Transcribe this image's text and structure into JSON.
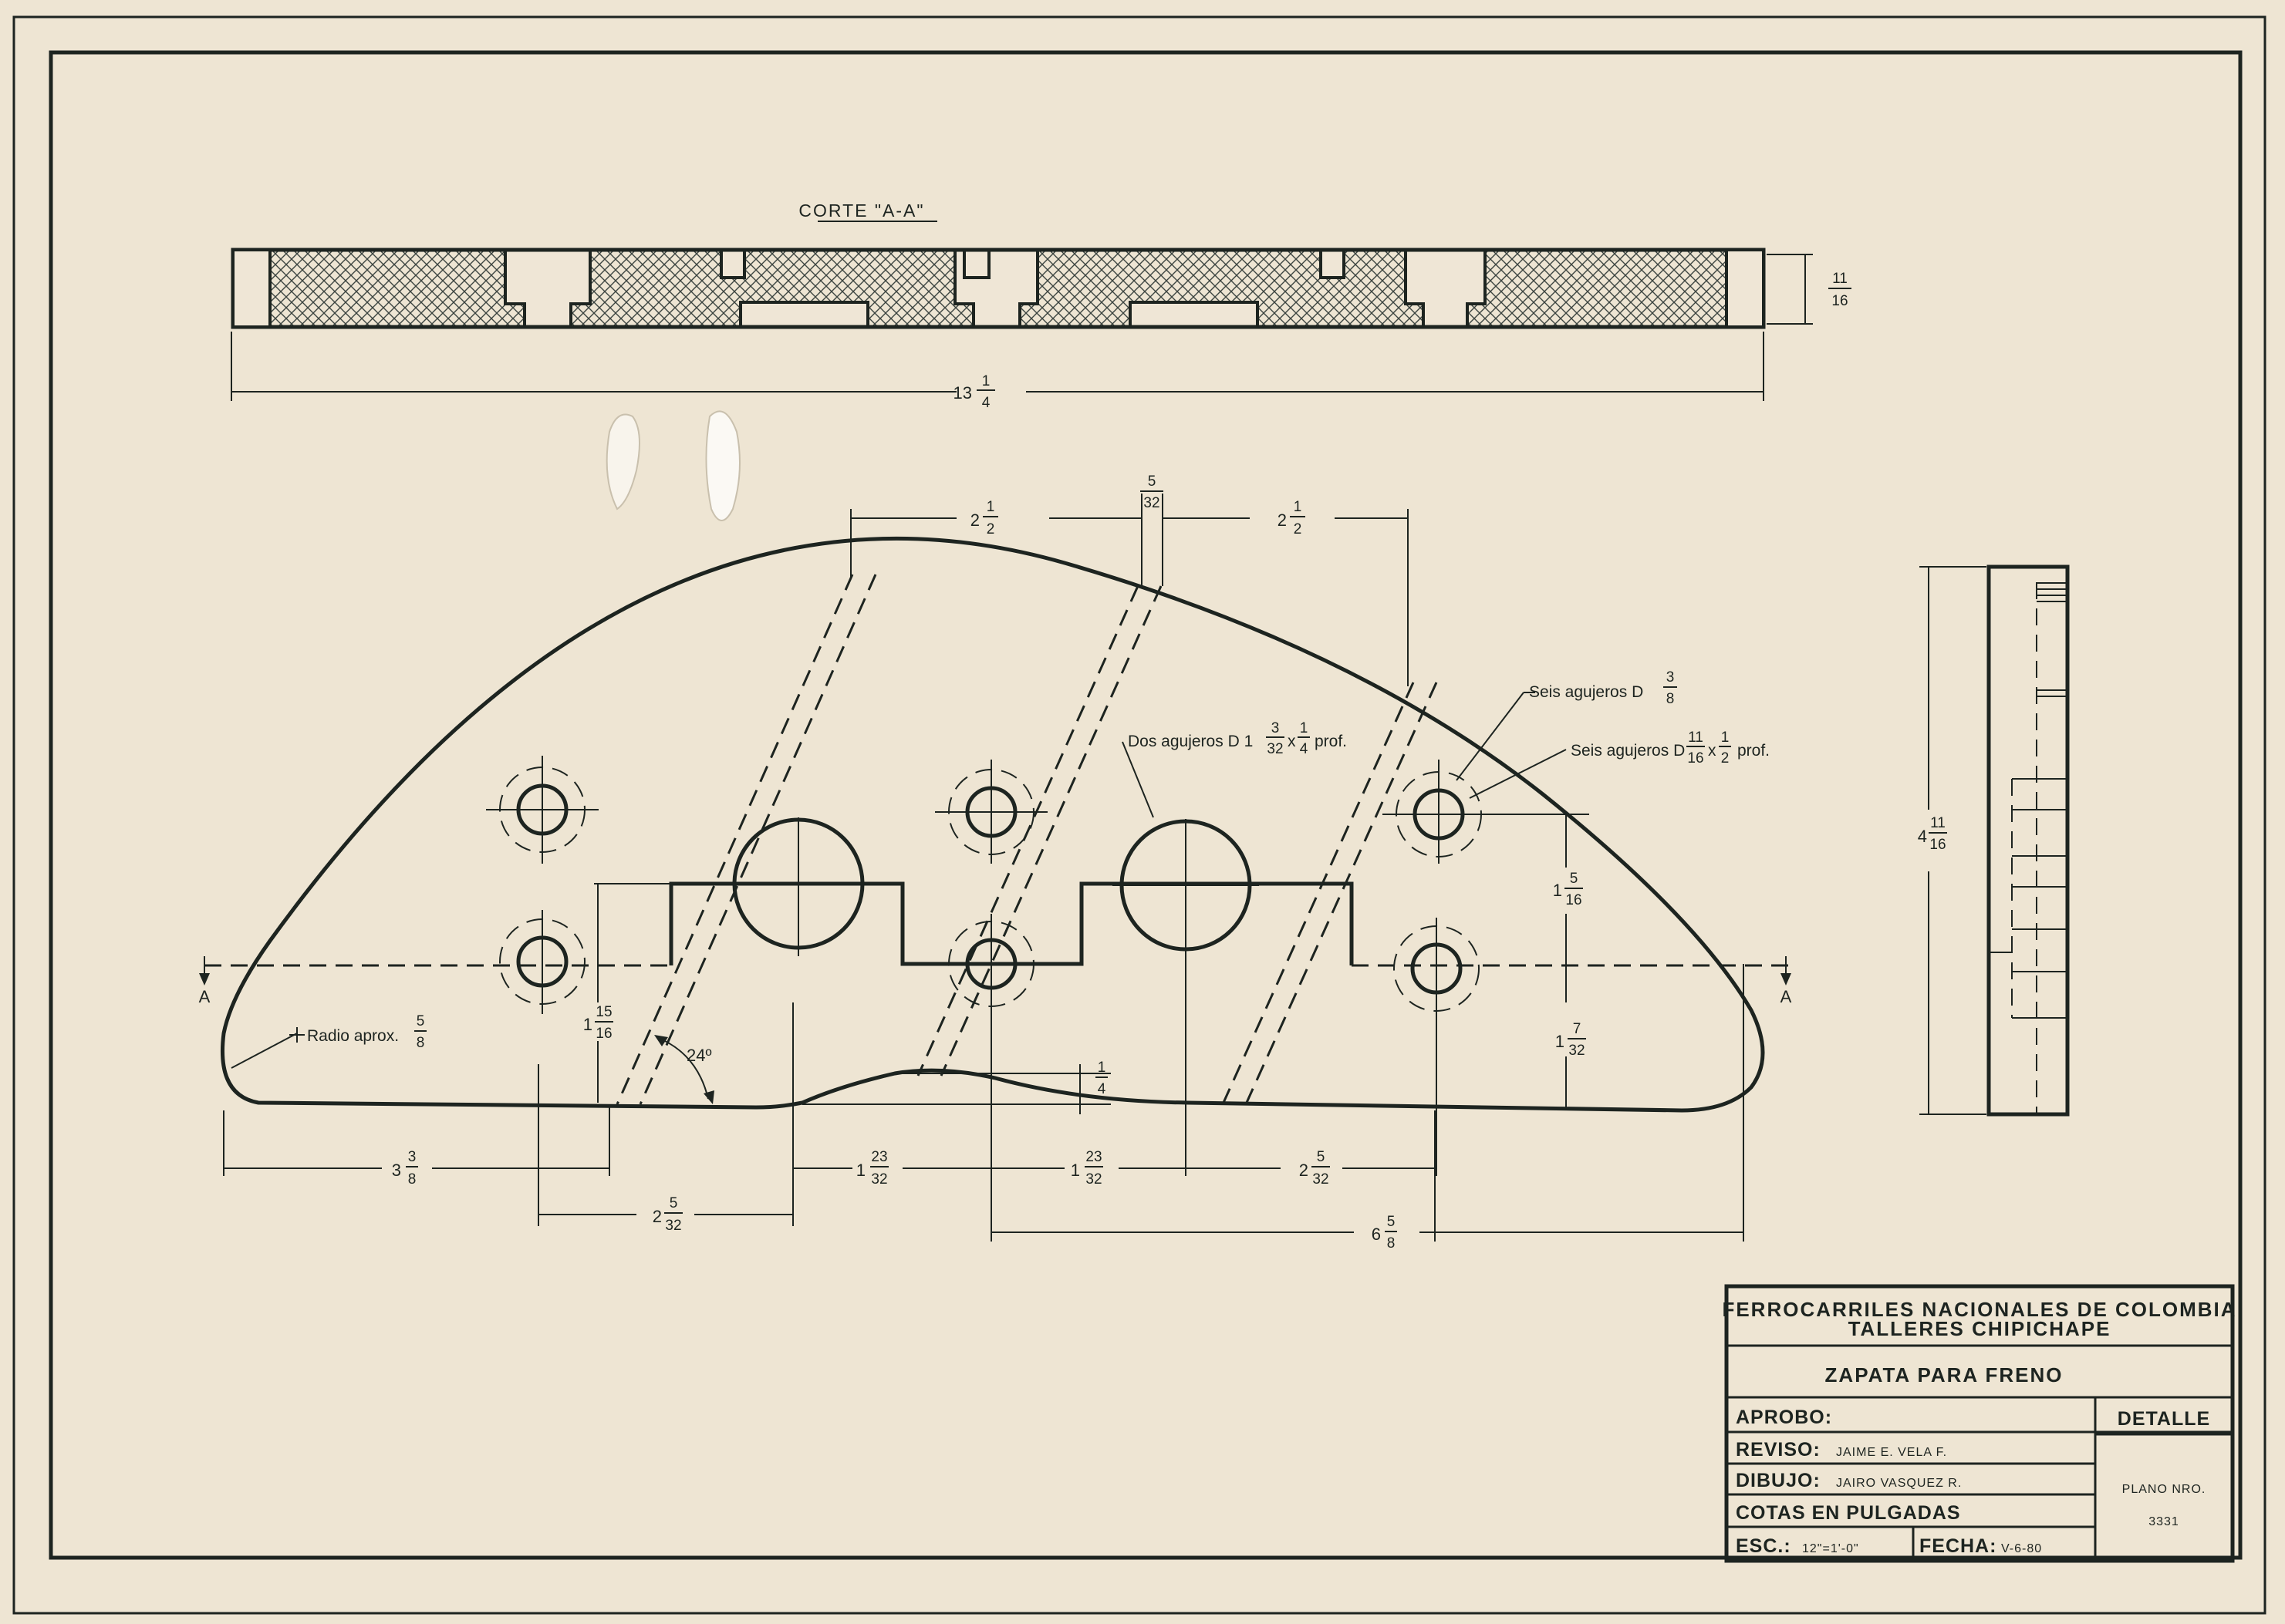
{
  "section": {
    "title": "CORTE \"A-A\"",
    "thickness": {
      "whole": "",
      "num": "11",
      "den": "16"
    },
    "length": {
      "whole": "13",
      "num": "1",
      "den": "4"
    }
  },
  "main_view": {
    "cut_mark": "A",
    "top_dims": {
      "left": {
        "whole": "2",
        "num": "1",
        "den": "2"
      },
      "center": {
        "whole": "",
        "num": "5",
        "den": "32"
      },
      "right": {
        "whole": "2",
        "num": "1",
        "den": "2"
      }
    },
    "notes": {
      "six_holes_a": {
        "text": "Seis agujeros  D",
        "num": "3",
        "den": "8",
        "suffix": ""
      },
      "two_holes": {
        "text": "Dos agujeros  D 1",
        "num": "3",
        "den": "32",
        "x": "x",
        "num2": "1",
        "den2": "4",
        "suffix": "prof."
      },
      "six_holes_b": {
        "text": "Seis agujeros  D",
        "num": "11",
        "den": "16",
        "x": "x",
        "num2": "1",
        "den2": "2",
        "suffix": "prof."
      },
      "radius": {
        "text": "Radio  aprox.",
        "num": "5",
        "den": "8"
      },
      "angle": "24º"
    },
    "side_dims": {
      "left_height": {
        "whole": "1",
        "num": "15",
        "den": "16"
      },
      "right_upper": {
        "whole": "1",
        "num": "5",
        "den": "16"
      },
      "right_lower": {
        "whole": "1",
        "num": "7",
        "den": "32"
      },
      "notch": {
        "whole": "",
        "num": "1",
        "den": "4"
      }
    },
    "bottom_dims": {
      "d1": {
        "whole": "3",
        "num": "3",
        "den": "8"
      },
      "d2": {
        "whole": "1",
        "num": "23",
        "den": "32"
      },
      "d3": {
        "whole": "1",
        "num": "23",
        "den": "32"
      },
      "d4": {
        "whole": "2",
        "num": "5",
        "den": "32"
      },
      "d5": {
        "whole": "2",
        "num": "5",
        "den": "32"
      },
      "d6": {
        "whole": "6",
        "num": "5",
        "den": "8"
      }
    }
  },
  "side_view": {
    "height": {
      "whole": "4",
      "num": "11",
      "den": "16"
    }
  },
  "title_block": {
    "company": "FERROCARRILES NACIONALES DE COLOMBIA",
    "workshop": "TALLERES CHIPICHAPE",
    "part_name": "ZAPATA   PARA   FRENO",
    "aprobo_label": "APROBO:",
    "aprobo_value": "",
    "reviso_label": "REVISO:",
    "reviso_value": "JAIME  E. VELA  F.",
    "dibujo_label": "DIBUJO:",
    "dibujo_value": "JAIRO  VASQUEZ  R.",
    "units": "COTAS  EN  PULGADAS",
    "escala_label": "ESC.:",
    "escala_value": "12\"=1'-0\"",
    "fecha_label": "FECHA:",
    "fecha_value": "V-6-80",
    "detalle": "DETALLE",
    "plano_label": "PLANO  NRO.",
    "plano_number": "3331"
  },
  "colors": {
    "paper": "#efe6d6",
    "ink": "#1d2420",
    "hatch": "#3b4440"
  }
}
